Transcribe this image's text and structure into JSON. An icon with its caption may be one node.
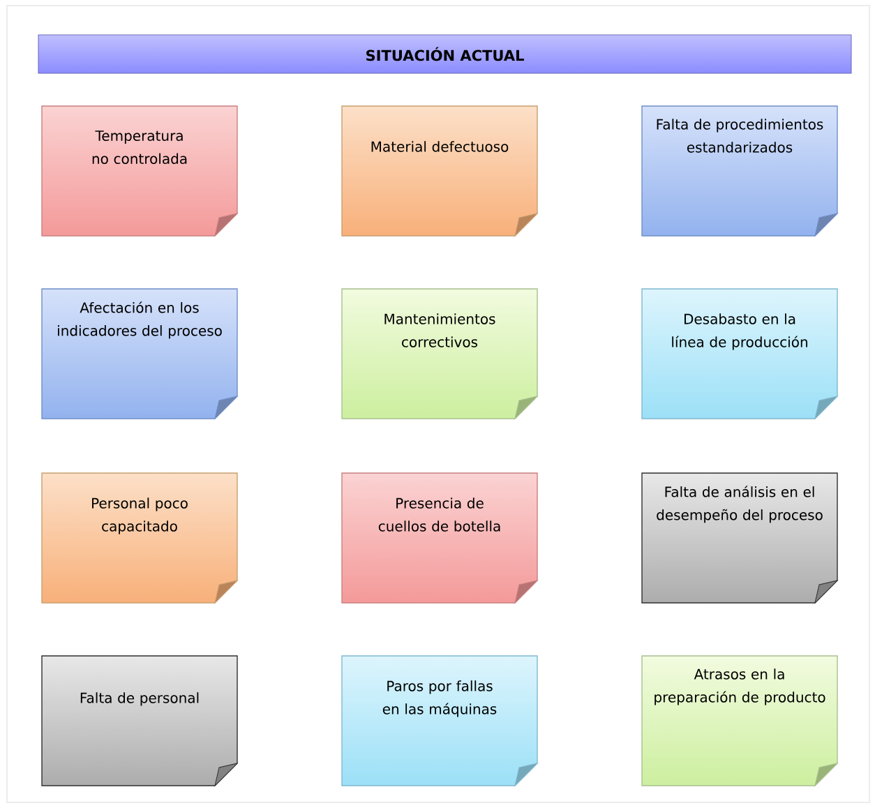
{
  "diagram": {
    "nodes": [
      {
        "text": [
          "SITUACIÓN ACTUAL"
        ]
      },
      {
        "text": [
          "Temperatura no controlada"
        ]
      },
      {
        "text": [
          "Material defectuoso"
        ]
      },
      {
        "text": [
          "Falta de procedimientos estandarizados"
        ]
      },
      {
        "text": [
          "Afectación en los indicadores del proceso"
        ]
      },
      {
        "text": [
          "Mantenimientos correctivos"
        ]
      },
      {
        "text": [
          "Desabasto en la línea de producción"
        ]
      },
      {
        "text": [
          "Personal poco capacitado"
        ]
      },
      {
        "text": [
          "Presencia de cuellos de botella"
        ]
      },
      {
        "text": [
          "Falta de análisis en el desempeño del proceso"
        ]
      },
      {
        "text": [
          "Falta de personal"
        ]
      },
      {
        "text": [
          "Paros por fallas en las máquinas"
        ]
      },
      {
        "text": [
          "Atrasos en la preparación de producto"
        ]
      }
    ]
  }
}
